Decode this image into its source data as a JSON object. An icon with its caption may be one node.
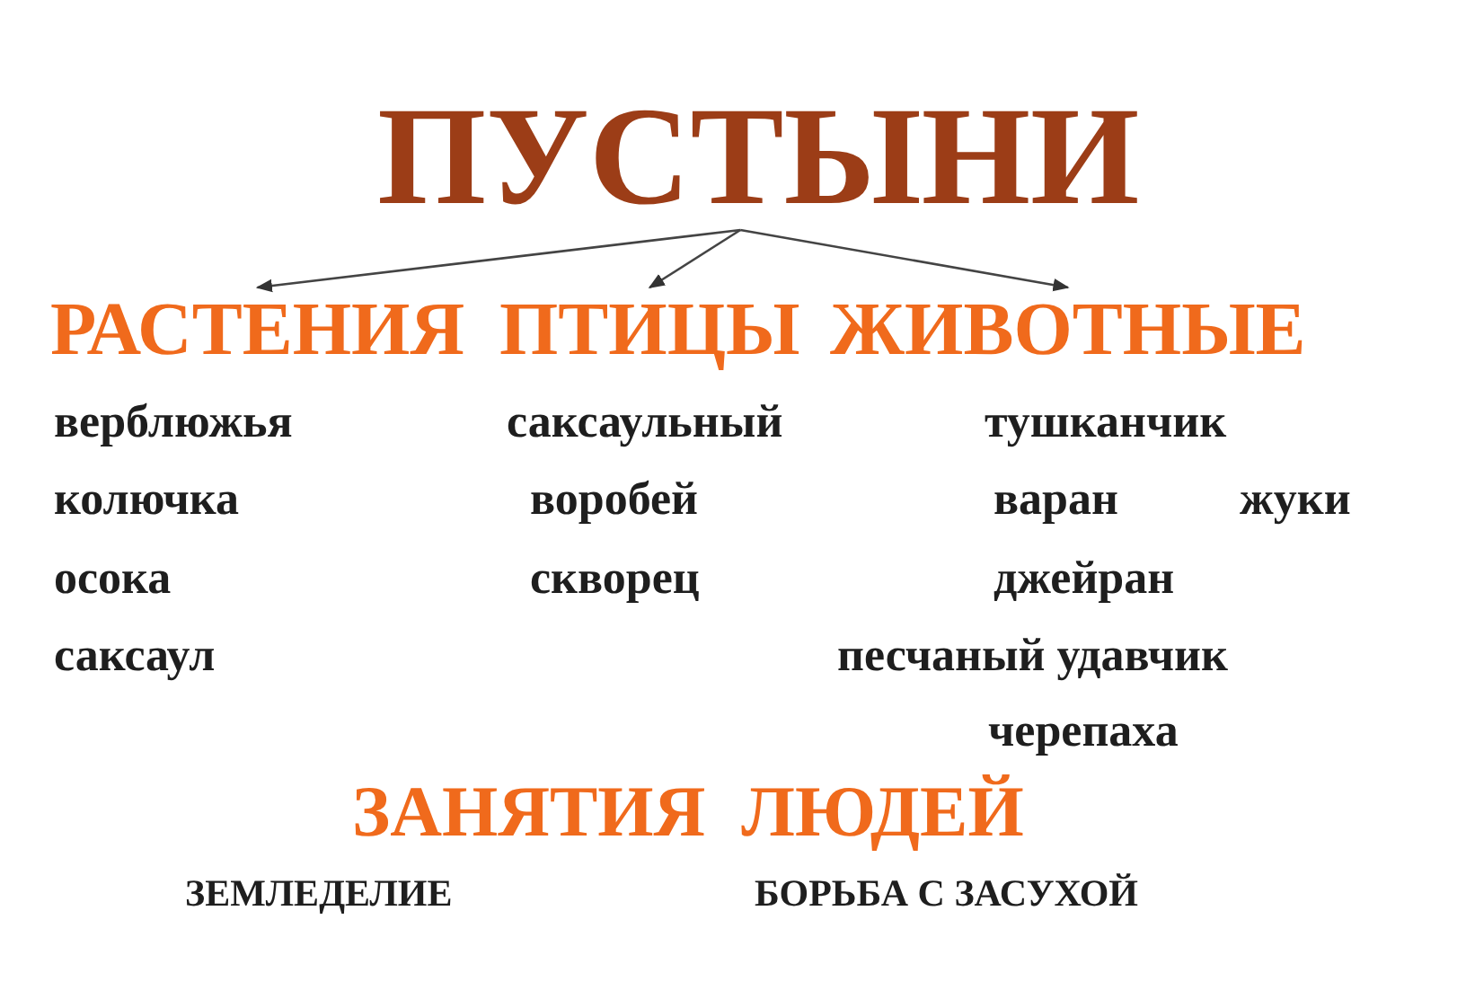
{
  "diagram": {
    "nodes": [
      {
        "text": [
          "ПУСТЫНИ"
        ]
      },
      {
        "text": [
          "РАСТЕНИЯ"
        ]
      },
      {
        "text": [
          "ПТИЦЫ"
        ]
      },
      {
        "text": [
          "ЖИВОТНЫЕ"
        ]
      }
    ],
    "edges": [
      {
        "from": 0,
        "to": 1,
        "arrow": "to"
      },
      {
        "from": 0,
        "to": 2,
        "arrow": "to"
      },
      {
        "from": 0,
        "to": 3,
        "arrow": "to"
      }
    ],
    "labels": [
      "верблюжья",
      "саксаульный",
      "тушканчик",
      "колючка",
      "воробей",
      "варан",
      "жуки",
      "осока",
      "скворец",
      "джейран",
      "саксаул",
      "песчаный удавчик",
      "черепаха",
      "ЗАНЯТИЯ  ЛЮДЕЙ",
      "ЗЕМЛЕДЕЛИЕ",
      "БОРЬБА С ЗАСУХОЙ"
    ]
  }
}
